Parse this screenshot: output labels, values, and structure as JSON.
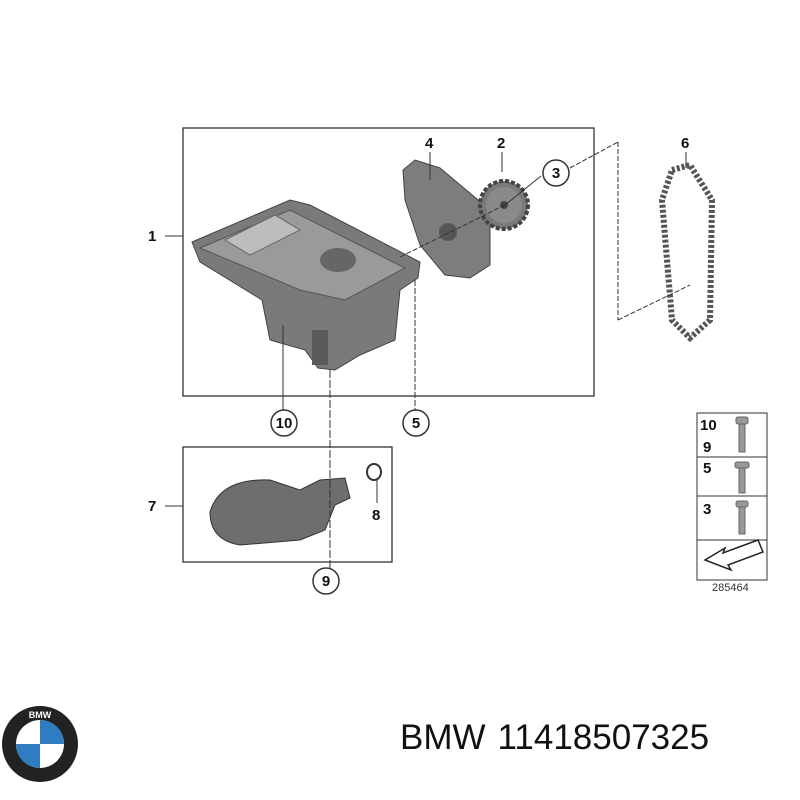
{
  "diagram": {
    "callouts": {
      "c1": "1",
      "c2": "2",
      "c3": "3",
      "c4": "4",
      "c5": "5",
      "c6": "6",
      "c7": "7",
      "c8": "8",
      "c9": "9",
      "c10": "10"
    },
    "legend": {
      "rows": [
        {
          "numbers": [
            "10",
            "9"
          ]
        },
        {
          "numbers": [
            "5"
          ]
        },
        {
          "numbers": [
            "3"
          ]
        }
      ],
      "ref_id": "285464"
    }
  },
  "caption": {
    "brand": "BMW",
    "part_number": "11418507325"
  },
  "logo": {
    "text": "BMW"
  },
  "colors": {
    "part_gray": "#6e6e70",
    "line": "#333333",
    "bmw_blue": "#2f7cc1"
  }
}
